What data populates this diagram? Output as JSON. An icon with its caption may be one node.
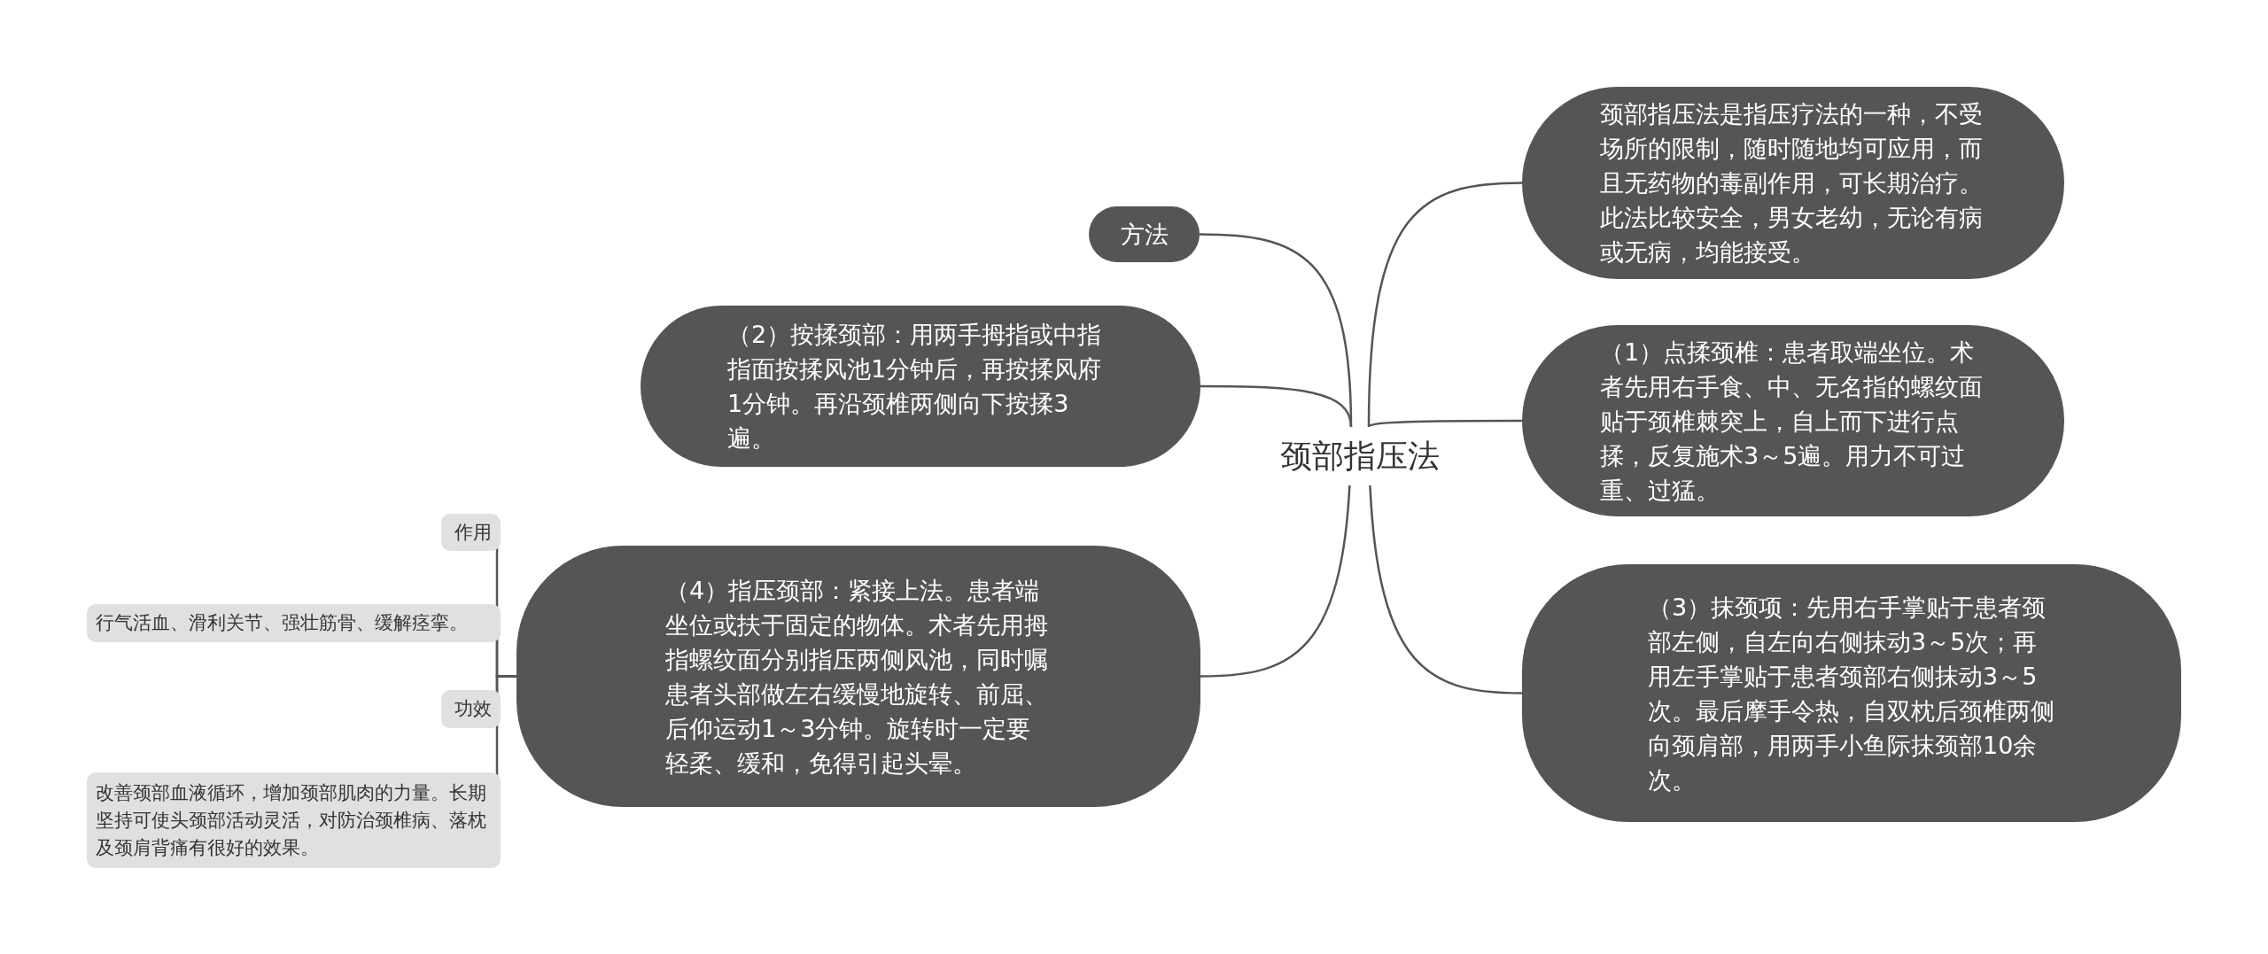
{
  "diagram": {
    "nodes": [
      {
        "text": [
          "颈部指压法"
        ]
      },
      {
        "text": [
          "方法"
        ]
      },
      {
        "text": [
          "（2）按揉颈部：用两手拇指或中指指面按揉风池1分钟后，再按揉风府1分钟。再沿颈椎两侧向下按揉3遍。"
        ]
      },
      {
        "text": [
          "（4）指压颈部：紧接上法。患者端坐位或扶于固定的物体。术者先用拇指螺纹面分别指压两侧风池，同时嘱患者头部做左右缓慢地旋转、前屈、后仰运动1～3分钟。旋转时一定要轻柔、缓和，免得引起头晕。"
        ]
      },
      {
        "text": [
          "作用"
        ]
      },
      {
        "text": [
          "行气活血、滑利关节、强壮筋骨、缓解痉挛。"
        ]
      },
      {
        "text": [
          "功效"
        ]
      },
      {
        "text": [
          "改善颈部血液循环，增加颈部肌肉的力量。长期坚持可使头颈部活动灵活，对防治颈椎病、落枕及颈肩背痛有很好的效果。"
        ]
      },
      {
        "text": [
          "颈部指压法是指压疗法的一种，不受场所的限制，随时随地均可应用，而且无药物的毒副作用，可长期治疗。此法比较安全，男女老幼，无论有病或无病，均能接受。"
        ]
      },
      {
        "text": [
          "（1）点揉颈椎：患者取端坐位。术者先用右手食、中、无名指的螺纹面贴于颈椎棘突上，自上而下进行点揉，反复施术3～5遍。用力不可过重、过猛。"
        ]
      },
      {
        "text": [
          "（3）抹颈项：先用右手掌贴于患者颈部左侧，自左向右侧抹动3～5次；再用左手掌贴于患者颈部右侧抹动3～5次。最后摩手令热，自双枕后颈椎两侧向颈肩部，用两手小鱼际抹颈部10余次。"
        ]
      }
    ],
    "edges": [
      {
        "from": 0,
        "to": 1,
        "arrow": "none"
      },
      {
        "from": 0,
        "to": 2,
        "arrow": "none"
      },
      {
        "from": 0,
        "to": 3,
        "arrow": "none"
      },
      {
        "from": 0,
        "to": 8,
        "arrow": "none"
      },
      {
        "from": 0,
        "to": 9,
        "arrow": "none"
      },
      {
        "from": 0,
        "to": 10,
        "arrow": "none"
      },
      {
        "from": 3,
        "to": 4,
        "arrow": "none"
      },
      {
        "from": 3,
        "to": 5,
        "arrow": "none"
      },
      {
        "from": 3,
        "to": 6,
        "arrow": "none"
      },
      {
        "from": 3,
        "to": 7,
        "arrow": "none"
      }
    ]
  }
}
